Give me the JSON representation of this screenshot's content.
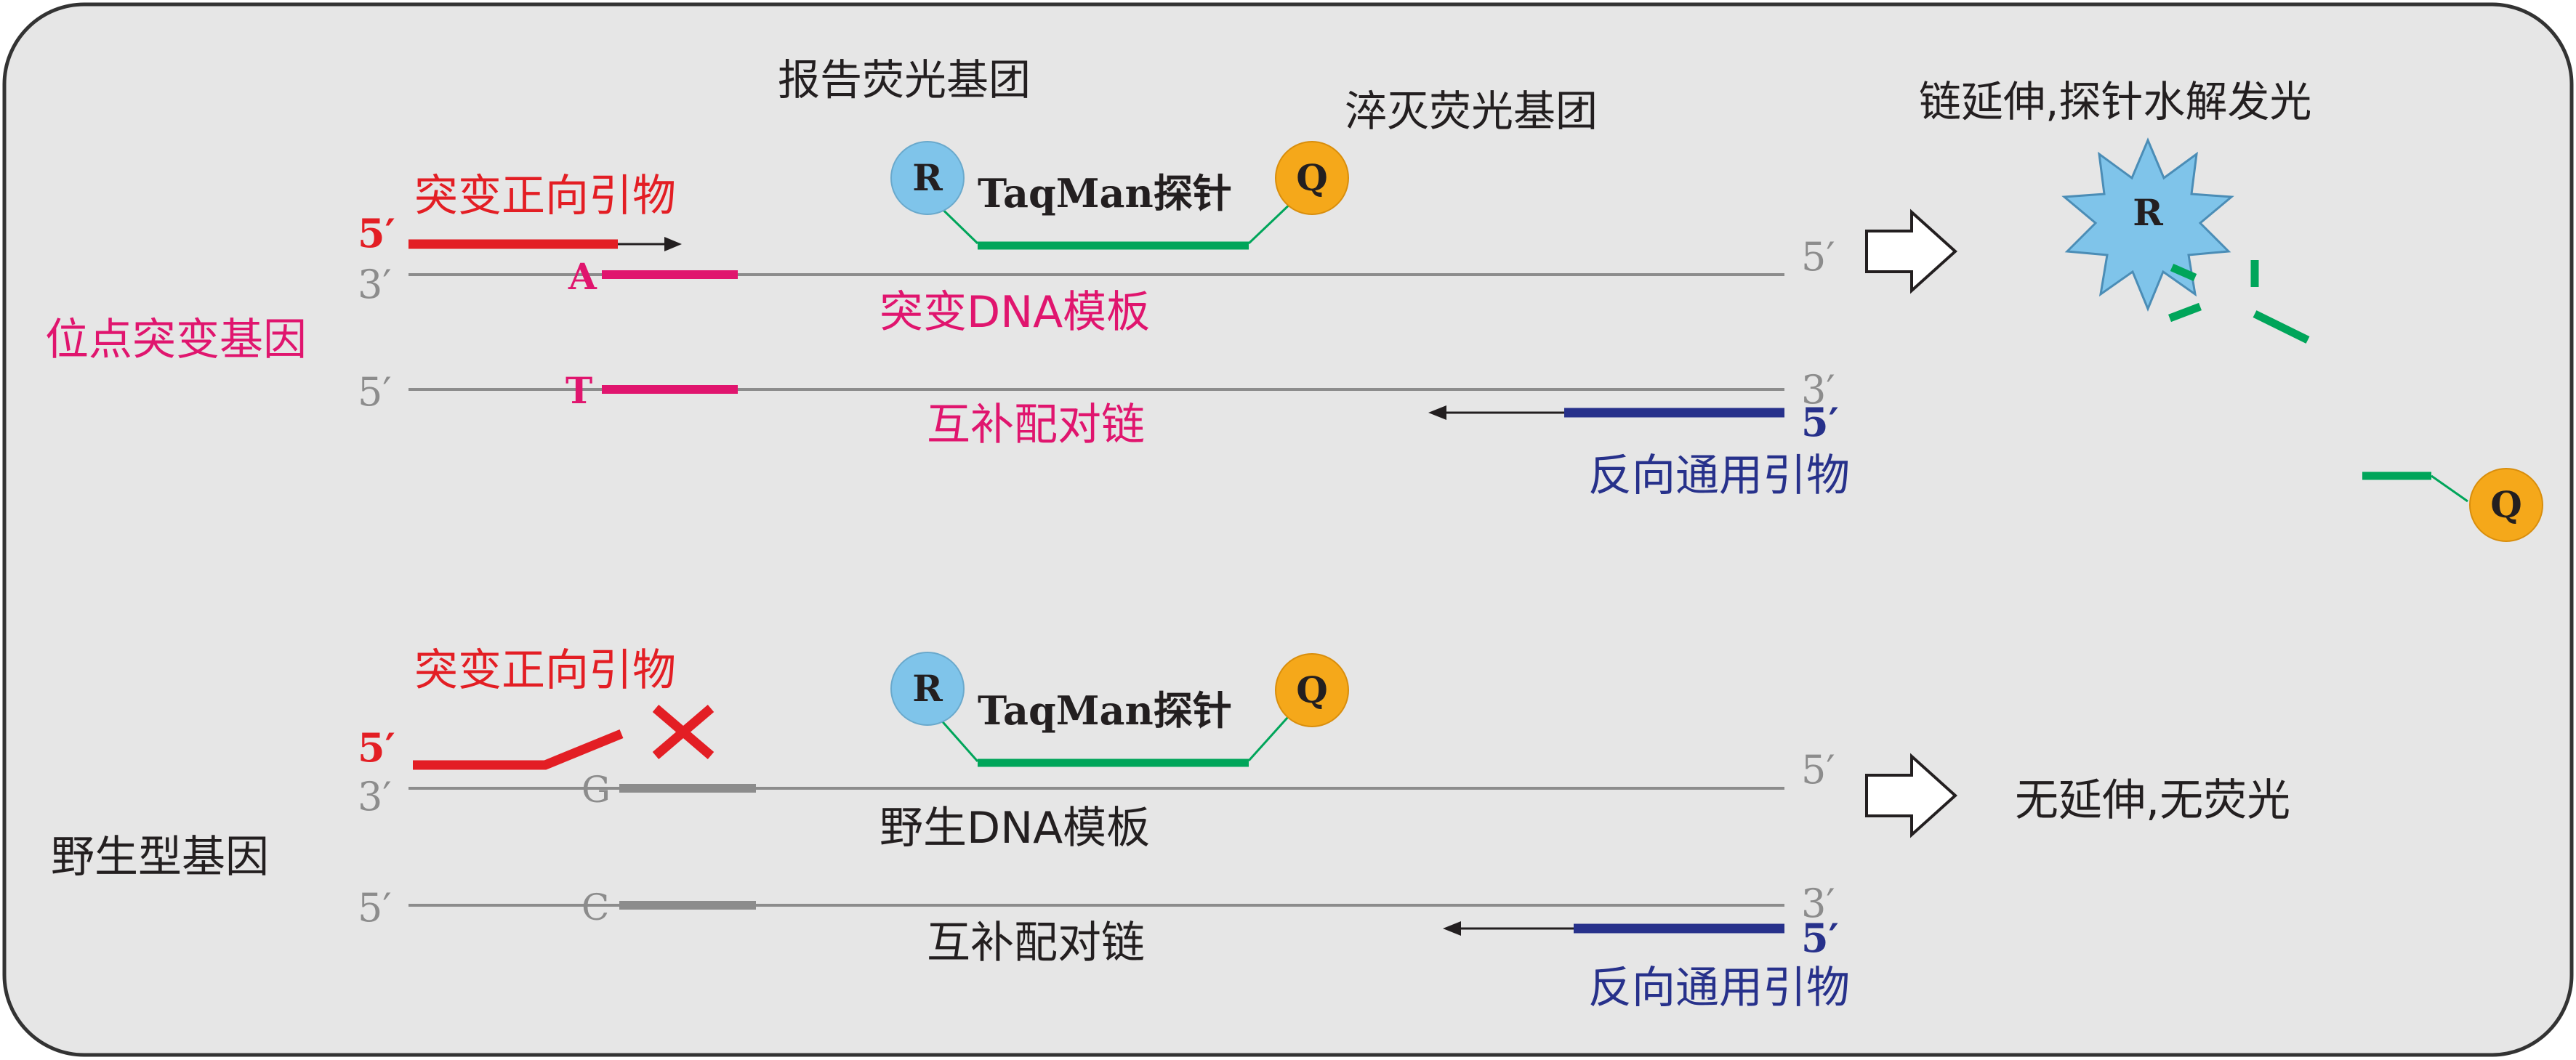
{
  "colors": {
    "panel_bg": "#e6e6e6",
    "panel_border": "#333333",
    "red": "#e31e24",
    "magenta": "#e0156e",
    "green": "#00a55a",
    "navy": "#27318b",
    "gray": "#8c8c8c",
    "reporter": "#7fc4ea",
    "quencher": "#f5a81a",
    "black": "#231f20"
  },
  "labels": {
    "reporter_group": "报告荧光基团",
    "quencher_group": "淬灭荧光基团",
    "result_mutant": "链延伸,探针水解发光",
    "result_wild": "无延伸,无荧光",
    "mutant_gene": "位点突变基因",
    "wild_gene": "野生型基因",
    "mutant_forward_primer": "突变正向引物",
    "taqman_probe": "TaqMan探针",
    "mutant_template": "突变DNA模板",
    "wild_template": "野生DNA模板",
    "complementary_strand": "互补配对链",
    "reverse_primer": "反向通用引物",
    "reporter_letter": "R",
    "quencher_letter": "Q",
    "five_prime": "5′",
    "three_prime": "3′"
  },
  "mutant_panel": {
    "template_base": "A",
    "complement_base": "T"
  },
  "wild_panel": {
    "template_base": "G",
    "complement_base": "C"
  }
}
